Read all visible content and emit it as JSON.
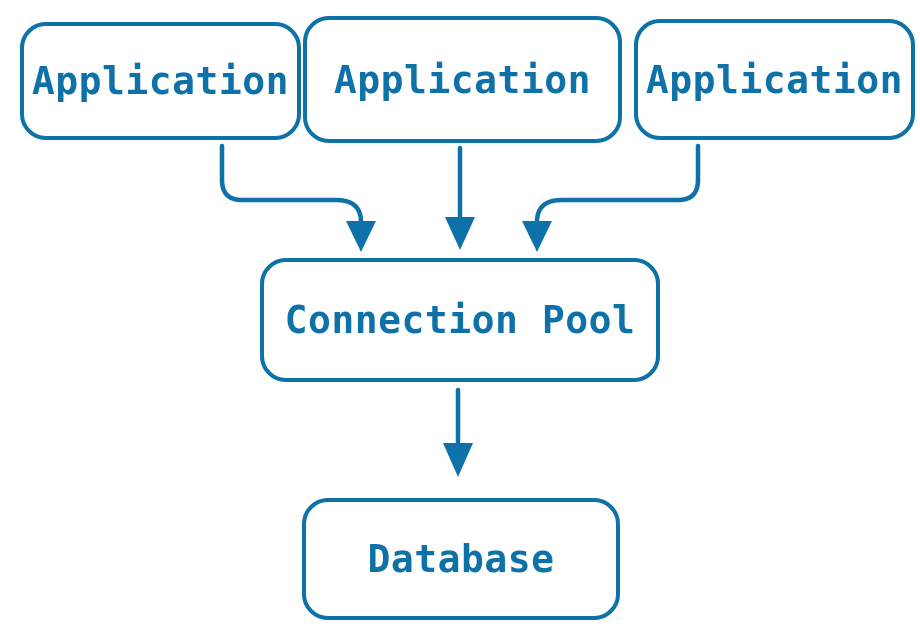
{
  "colors": {
    "accent": "#0e72a8",
    "background": "#ffffff"
  },
  "diagram": {
    "nodes": {
      "app1": {
        "label": "Application"
      },
      "app2": {
        "label": "Application"
      },
      "app3": {
        "label": "Application"
      },
      "pool": {
        "label": "Connection Pool"
      },
      "db": {
        "label": "Database"
      }
    },
    "edges": [
      {
        "from": "app1",
        "to": "pool"
      },
      {
        "from": "app2",
        "to": "pool"
      },
      {
        "from": "app3",
        "to": "pool"
      },
      {
        "from": "pool",
        "to": "db"
      }
    ]
  }
}
